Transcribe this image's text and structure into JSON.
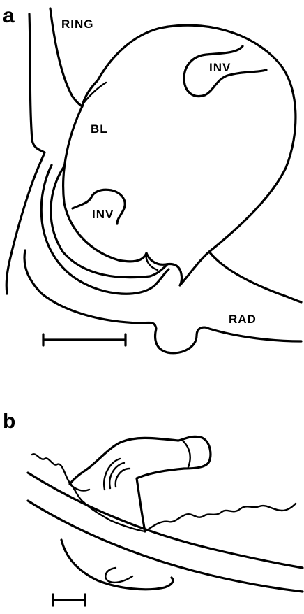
{
  "panels": {
    "a": {
      "letter": "a",
      "labels": {
        "ring": "RING",
        "bl": "BL",
        "inv_upper": "INV",
        "inv_lower": "INV",
        "rad": "RAD"
      }
    },
    "b": {
      "letter": "b"
    }
  },
  "colors": {
    "ink": "#000000",
    "background": "#ffffff"
  }
}
